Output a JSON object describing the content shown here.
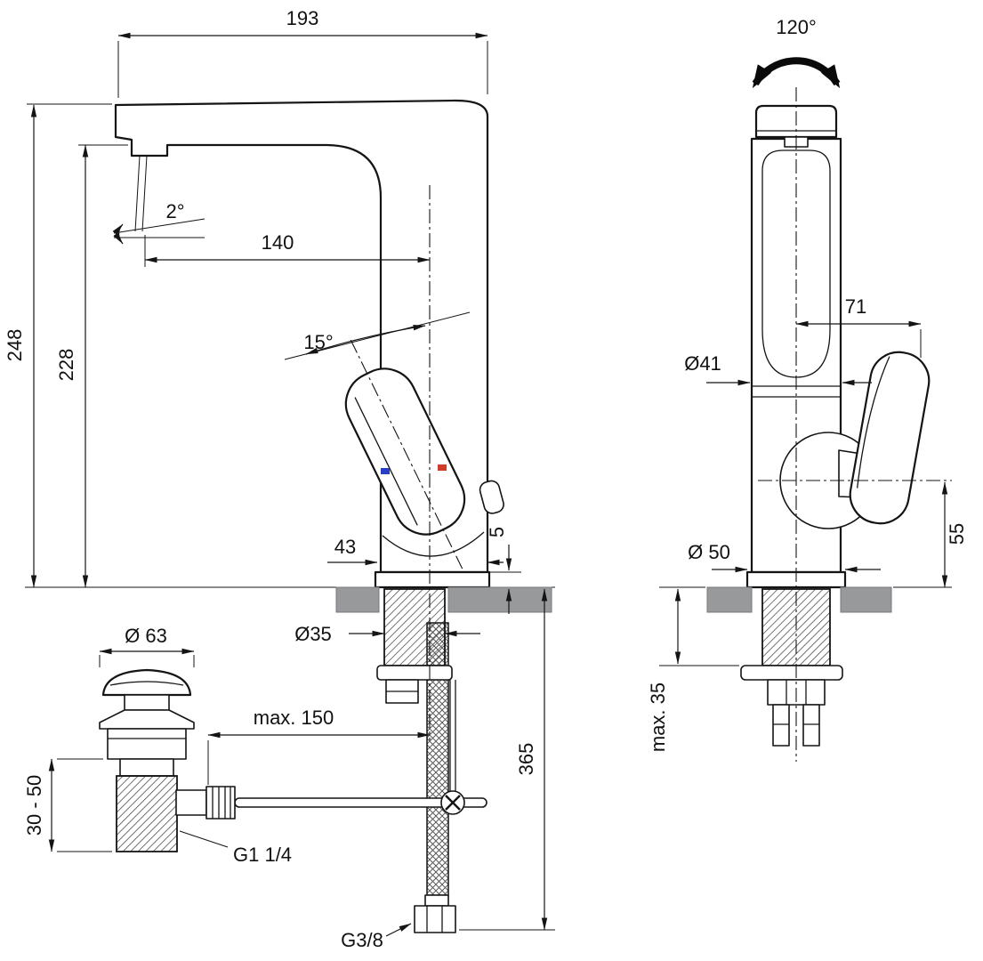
{
  "drawing": {
    "type": "technical-dimension-drawing",
    "colors": {
      "line": "#141414",
      "counter": "#98999b",
      "hot": "#d23a2a",
      "cold": "#2b3fc4"
    },
    "side_view": {
      "dimensions": {
        "total_width": "193",
        "overall_height": "248",
        "spout_height": "228",
        "spout_reach": "140",
        "spout_angle": "2°",
        "handle_angle": "15°",
        "base_depth": "43",
        "base_height": "5",
        "shank_diameter": "Ø35",
        "drain_flange_diameter": "Ø 63",
        "rod_max_length": "max. 150",
        "drain_height_range": "30 - 50",
        "drain_thread": "G1 1/4",
        "hose_length": "365",
        "hose_thread": "G3/8"
      }
    },
    "front_view": {
      "dimensions": {
        "swivel_angle": "120°",
        "handle_projection": "71",
        "body_diameter": "Ø41",
        "base_diameter": "Ø 50",
        "handle_height": "55",
        "max_deck_thickness": "max. 35"
      }
    }
  }
}
